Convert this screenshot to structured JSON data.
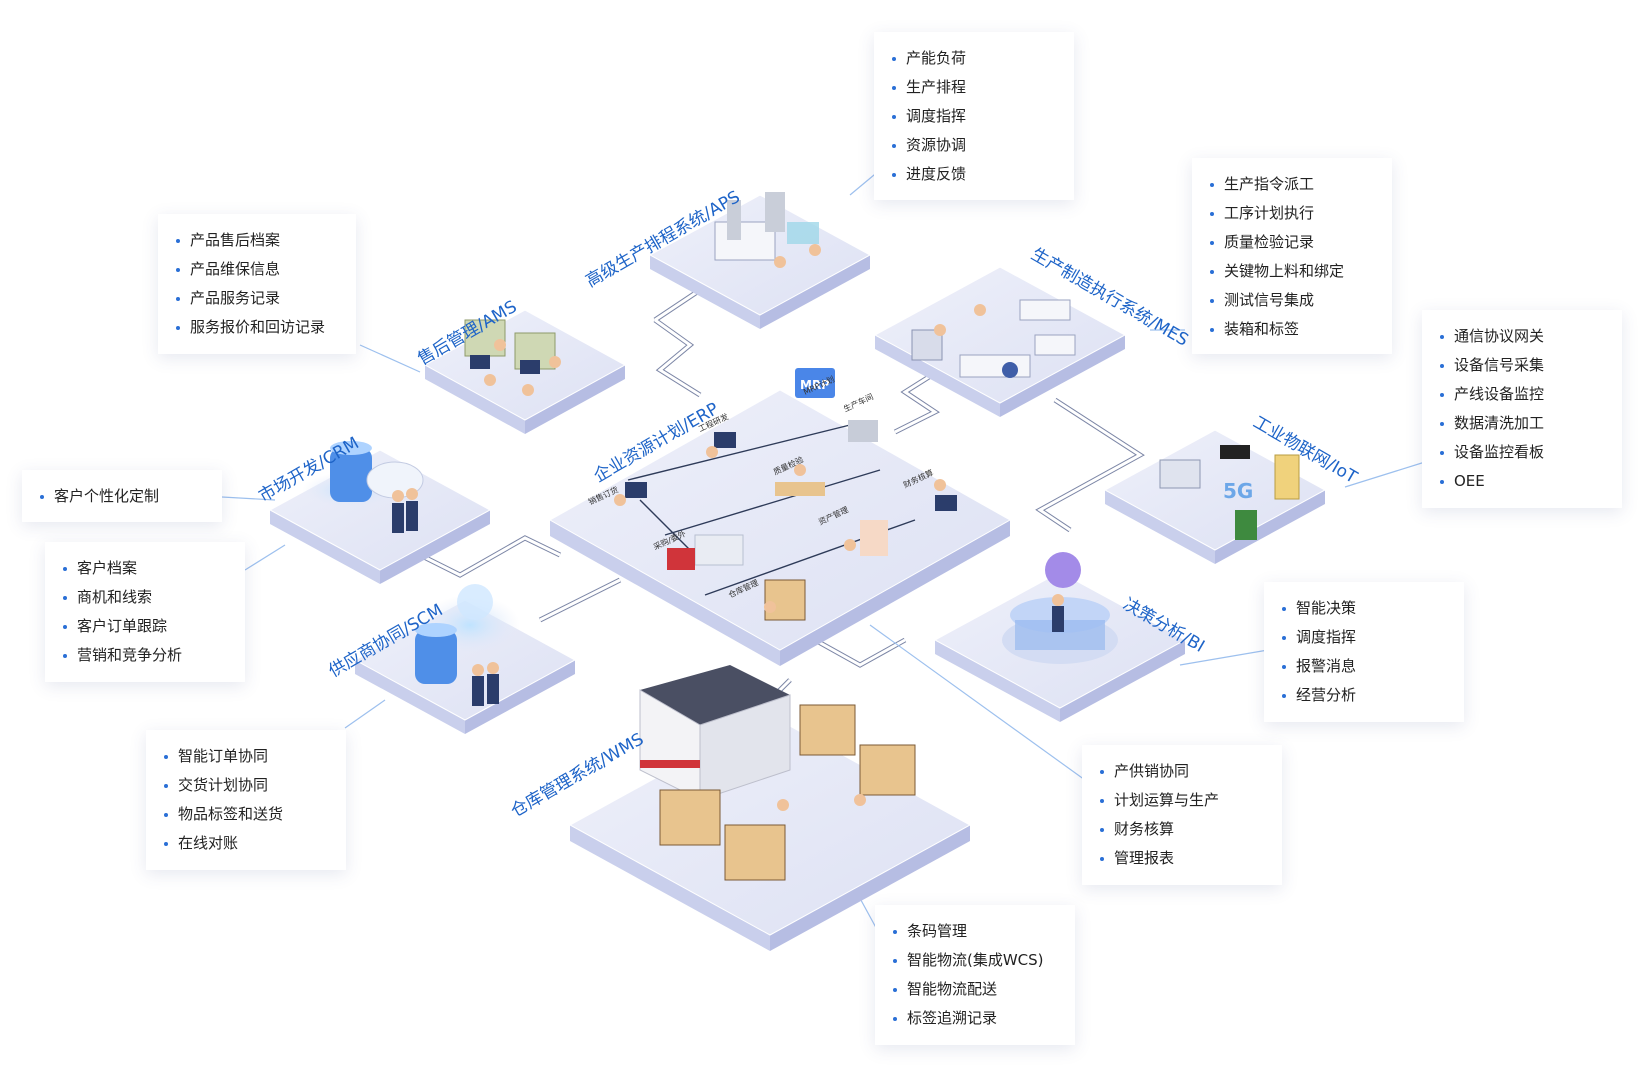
{
  "modules": {
    "aps": {
      "name": "高级生产排程系统/APS",
      "items": [
        "产能负荷",
        "生产排程",
        "调度指挥",
        "资源协调",
        "进度反馈"
      ]
    },
    "mes": {
      "name": "生产制造执行系统/MES",
      "items": [
        "生产指令派工",
        "工序计划执行",
        "质量检验记录",
        "关键物上料和绑定",
        "测试信号集成",
        "装箱和标签"
      ]
    },
    "ams": {
      "name": "售后管理/AMS",
      "items": [
        "产品售后档案",
        "产品维保信息",
        "产品服务记录",
        "服务报价和回访记录"
      ]
    },
    "iot": {
      "name": "工业物联网/IoT",
      "items": [
        "通信协议网关",
        "设备信号采集",
        "产线设备监控",
        "数据清洗加工",
        "设备监控看板",
        "OEE"
      ]
    },
    "crm": {
      "name": "市场开发/CRM",
      "items_top": [
        "客户个性化定制"
      ],
      "items": [
        "客户档案",
        "商机和线索",
        "客户订单跟踪",
        "营销和竞争分析"
      ]
    },
    "erp": {
      "name": "企业资源计划/ERP",
      "items": [
        "产供销协同",
        "计划运算与生产",
        "财务核算",
        "管理报表"
      ]
    },
    "bi": {
      "name": "决策分析/BI",
      "items": [
        "智能决策",
        "调度指挥",
        "报警消息",
        "经营分析"
      ]
    },
    "scm": {
      "name": "供应商协同/SCM",
      "items": [
        "智能订单协同",
        "交货计划协同",
        "物品标签和送货",
        "在线对账"
      ]
    },
    "wms": {
      "name": "仓库管理系统/WMS",
      "items": [
        "条码管理",
        "智能物流(集成WCS)",
        "智能物流配送",
        "标签追溯记录"
      ]
    }
  },
  "erp_scene": {
    "mrp_badge": "MRP",
    "labels": [
      "MRP计划",
      "工程研发",
      "生产车间",
      "质量检验",
      "销售订货",
      "财务核算",
      "采购/委外",
      "资产管理",
      "仓库管理"
    ]
  },
  "iot_badge": "5G",
  "colors": {
    "accent": "#1e64c8",
    "tile_top": "#e6e9f7",
    "tile_side": "#c9cfec",
    "line": "#a9b4d6",
    "bullet": "#2a6fd6"
  }
}
